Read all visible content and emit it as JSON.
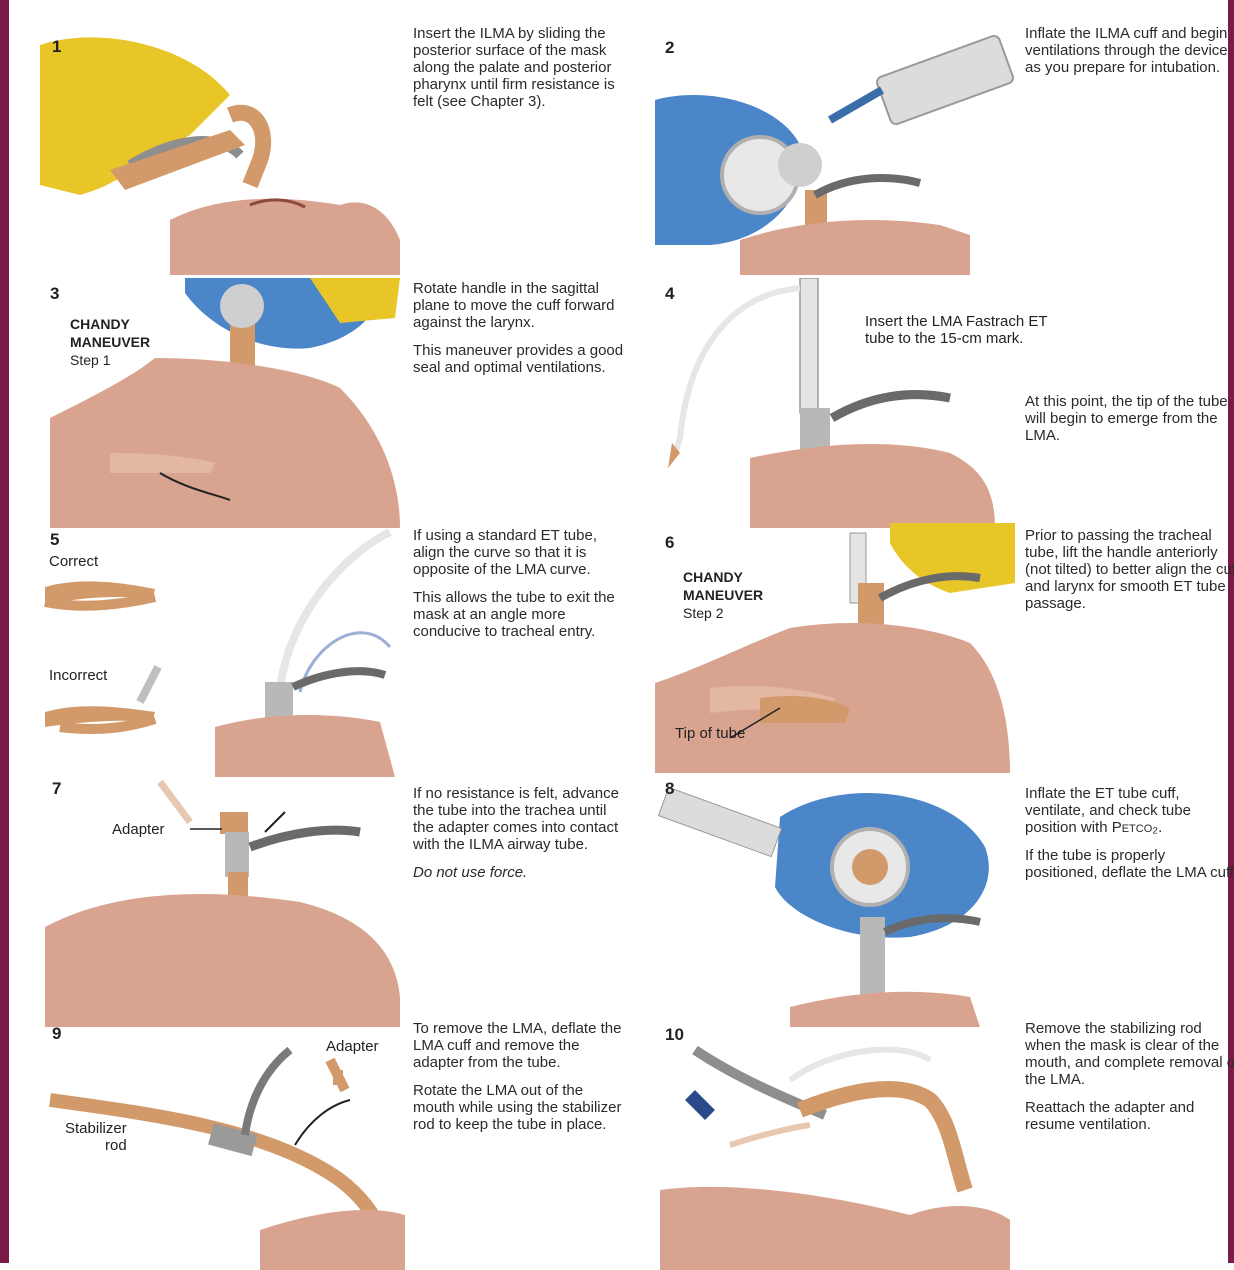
{
  "steps": [
    {
      "number": "1",
      "text": [
        "Insert the ILMA by sliding the posterior surface of the mask along the palate and posterior pharynx until firm resistance is felt (see Chapter 3)."
      ]
    },
    {
      "number": "2",
      "text": [
        "Inflate the ILMA cuff and begin ventilations through the device as you prepare for intubation."
      ]
    },
    {
      "number": "3",
      "maneuver": "CHANDY MANEUVER",
      "maneuver_step": "Step 1",
      "text": [
        "Rotate handle in the sagittal plane to move the cuff forward against the larynx.",
        "This maneuver provides a good seal and optimal ventilations."
      ]
    },
    {
      "number": "4",
      "callout": "Insert the LMA Fastrach ET tube to the 15-cm mark.",
      "text": [
        "At this point, the tip of the tube will begin to emerge from the LMA."
      ]
    },
    {
      "number": "5",
      "label_correct": "Correct",
      "label_incorrect": "Incorrect",
      "text": [
        "If using a standard ET tube, align the curve so that it is opposite of the LMA curve.",
        "This allows the tube to exit the mask at an angle more conducive to tracheal entry."
      ]
    },
    {
      "number": "6",
      "maneuver": "CHANDY MANEUVER",
      "maneuver_step": "Step 2",
      "label_tip": "Tip of tube",
      "text": [
        "Prior to passing the tracheal tube, lift the handle anteriorly (not tilted) to better align the cuff and larynx for smooth ET tube passage."
      ]
    },
    {
      "number": "7",
      "label_adapter": "Adapter",
      "text": [
        "If no resistance is felt, advance the tube into the trachea until the adapter comes into contact with the ILMA airway tube.",
        "Do not use force."
      ]
    },
    {
      "number": "8",
      "text": [
        "Inflate the ET tube cuff, ventilate, and check tube position with",
        "If the tube is properly positioned, deflate the LMA cuff."
      ],
      "petco2": "Petco₂."
    },
    {
      "number": "9",
      "label_adapter": "Adapter",
      "label_stabilizer_1": "Stabilizer",
      "label_stabilizer_2": "rod",
      "text": [
        "To remove the LMA, deflate the LMA cuff and remove the adapter from the tube.",
        "Rotate the LMA out of the mouth while using the stabilizer rod to keep the tube in place."
      ]
    },
    {
      "number": "10",
      "text": [
        "Remove the stabilizing rod when the mask is clear of the mouth, and complete removal of the LMA.",
        "Reattach the adapter and resume ventilation."
      ]
    }
  ],
  "colors": {
    "border": "#7b1a46",
    "skin": "#d9a48f",
    "tube": "#d29a6a",
    "glove": "#e9c628",
    "bag": "#4a86c8"
  }
}
